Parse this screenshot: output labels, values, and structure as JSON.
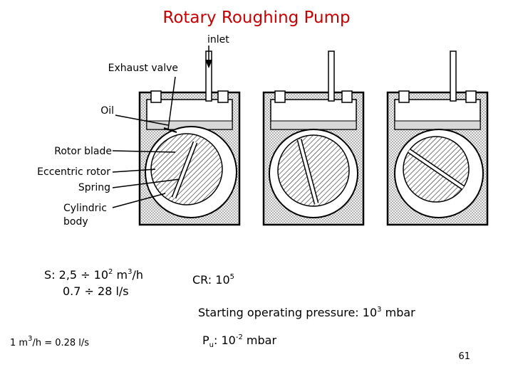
{
  "title": "Rotary Roughing Pump",
  "labels": {
    "inlet": "inlet",
    "exhaust_valve": "Exhaust valve",
    "oil": "Oil",
    "rotor_blade": "Rotor blade",
    "eccentric_rotor": "Eccentric rotor",
    "spring": "Spring",
    "cylindric": "Cylindric",
    "body": "body"
  },
  "specs": {
    "speed_m3h": {
      "prefix": "S: 2,5 ÷ 10",
      "exp": "2",
      "mid": " m",
      "unit_exp": "3",
      "suffix": "/h"
    },
    "speed_ls": "0.7 ÷ 28 l/s",
    "compression_ratio": {
      "prefix": "CR: 10",
      "exp": "5"
    },
    "starting_pressure": {
      "prefix": "Starting operating pressure: 10",
      "exp": "3",
      "suffix": " mbar"
    },
    "ultimate_pressure": {
      "p": "P",
      "sub": "u",
      "mid": ": 10",
      "exp": "-2",
      "suffix": " mbar"
    },
    "conversion": {
      "prefix": "1 m",
      "exp": "3",
      "suffix": "/h = 0.28 l/s"
    }
  },
  "page_number": "61"
}
